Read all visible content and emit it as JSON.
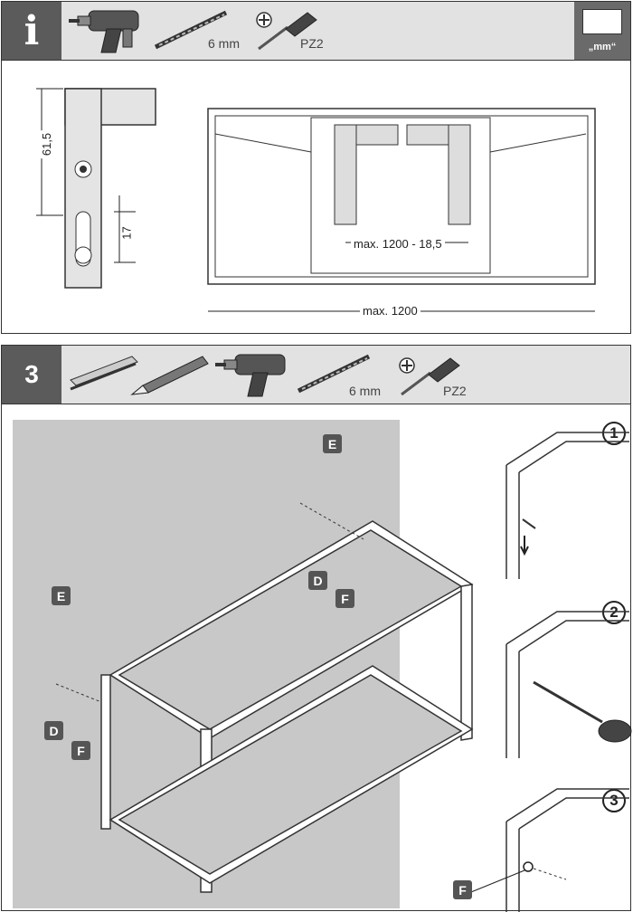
{
  "info_panel": {
    "badge": "i",
    "tools": {
      "drill_bit_size": "6 mm",
      "screwdriver_type": "PZ2"
    },
    "unit_label": "„mm“",
    "dimensions": {
      "bracket_height": "61,5",
      "slot_length": "17",
      "bracket_spacing": "max. 1200 - 18,5",
      "total_width": "max. 1200"
    }
  },
  "step3_panel": {
    "badge": "3",
    "tools": {
      "drill_bit_size": "6 mm",
      "screwdriver_type": "PZ2"
    },
    "part_letters": {
      "anchor": "E",
      "screw": "D",
      "washer": "F"
    },
    "detail_steps": [
      "1",
      "2",
      "3"
    ]
  },
  "icons": [
    "drill-icon",
    "drill-bit-icon",
    "screwdriver-icon",
    "folding-rule-icon",
    "pencil-icon",
    "phillips-icon"
  ],
  "colors": {
    "badge_bg": "#5b5b5b",
    "header_bg": "#e2e2e2",
    "wall": "#c8c8c8"
  }
}
